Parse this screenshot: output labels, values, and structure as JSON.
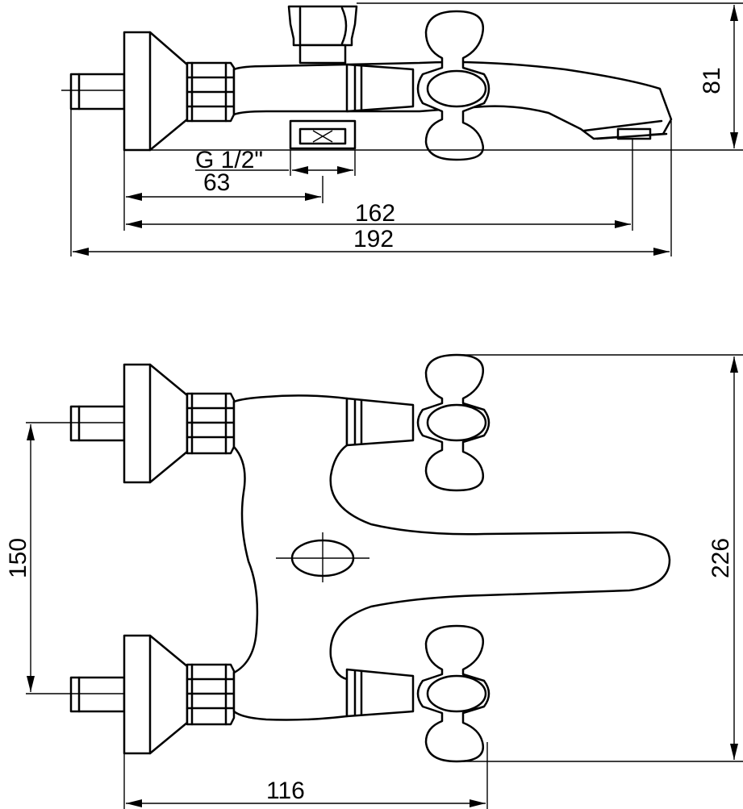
{
  "figure": {
    "top_view": {
      "thread_label": "G 1/2\"",
      "dim_63": "63",
      "dim_162": "162",
      "dim_192": "192",
      "dim_81": "81"
    },
    "plan_view": {
      "dim_150": "150",
      "dim_226": "226",
      "dim_116": "116"
    }
  }
}
